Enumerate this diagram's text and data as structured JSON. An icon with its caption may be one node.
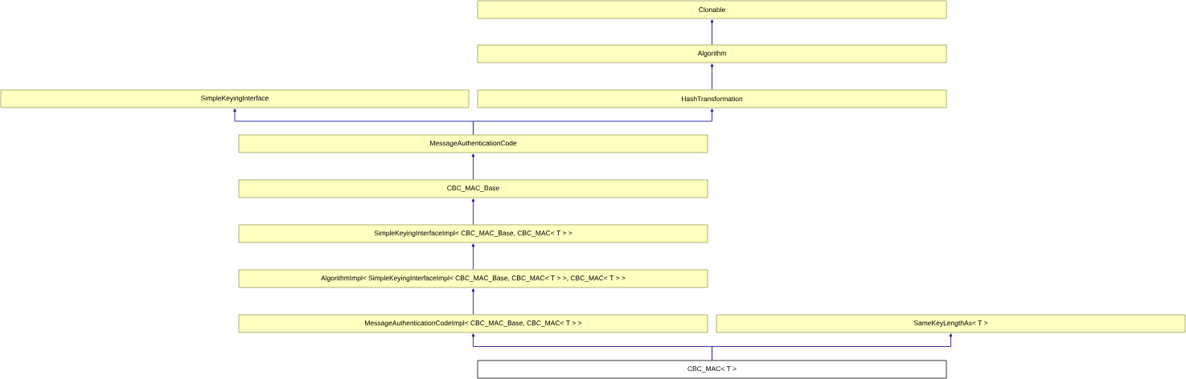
{
  "diagram": {
    "nodes": [
      {
        "text": [
          "Clonable"
        ]
      },
      {
        "text": [
          "Algorithm"
        ]
      },
      {
        "text": [
          "SimpleKeyingInterface"
        ]
      },
      {
        "text": [
          "HashTransformation"
        ]
      },
      {
        "text": [
          "MessageAuthenticationCode"
        ]
      },
      {
        "text": [
          "CBC_MAC_Base"
        ]
      },
      {
        "text": [
          "SimpleKeyingInterfaceImpl< CBC_MAC_Base, CBC_MAC< T > >"
        ]
      },
      {
        "text": [
          "AlgorithmImpl< SimpleKeyingInterfaceImpl< CBC_MAC_Base, CBC_MAC< T > >, CBC_MAC< T > >"
        ]
      },
      {
        "text": [
          "MessageAuthenticationCodeImpl< CBC_MAC_Base, CBC_MAC< T > >"
        ]
      },
      {
        "text": [
          "SameKeyLengthAs< T >"
        ]
      },
      {
        "text": [
          "CBC_MAC< T >"
        ]
      }
    ],
    "edges": [
      {
        "from": 1,
        "to": 0,
        "arrow": "to"
      },
      {
        "from": 3,
        "to": 1,
        "arrow": "to"
      },
      {
        "from": 4,
        "to": 2,
        "arrow": "to"
      },
      {
        "from": 4,
        "to": 3,
        "arrow": "to"
      },
      {
        "from": 5,
        "to": 4,
        "arrow": "to"
      },
      {
        "from": 6,
        "to": 5,
        "arrow": "to"
      },
      {
        "from": 7,
        "to": 6,
        "arrow": "to"
      },
      {
        "from": 8,
        "to": 7,
        "arrow": "to"
      },
      {
        "from": 10,
        "to": 8,
        "arrow": "to"
      },
      {
        "from": 10,
        "to": 9,
        "arrow": "to"
      }
    ]
  }
}
